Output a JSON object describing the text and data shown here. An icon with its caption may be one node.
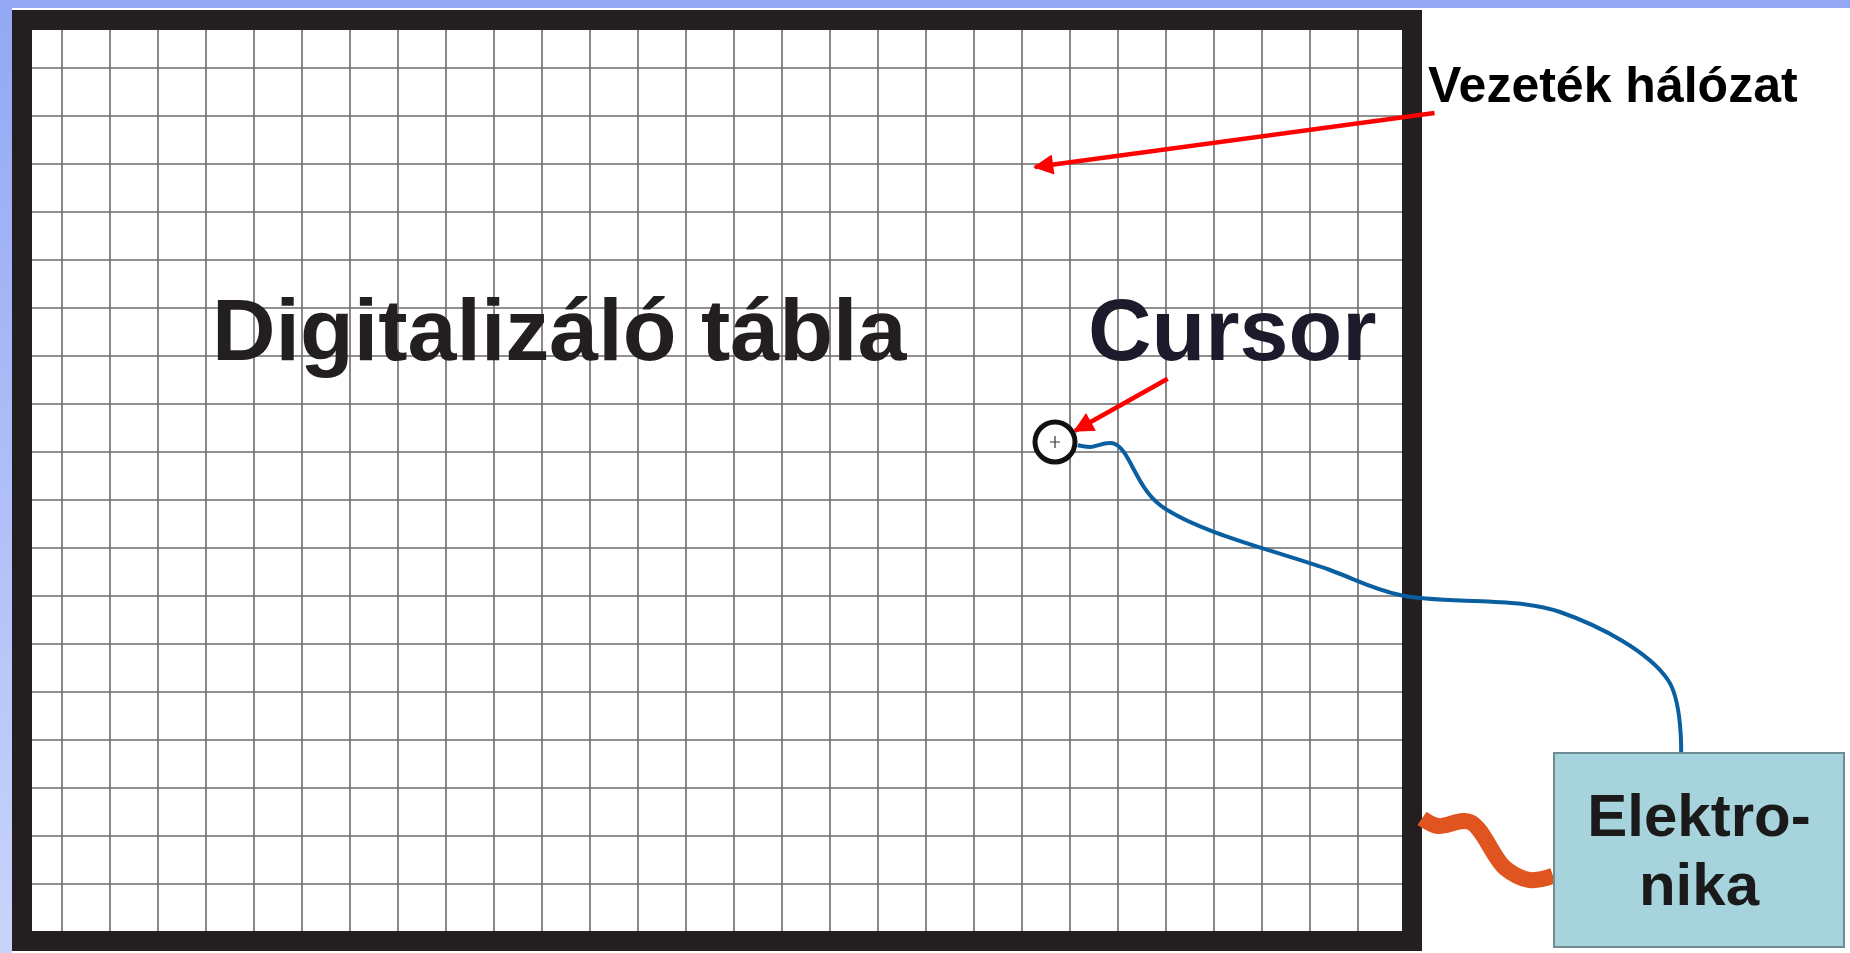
{
  "diagram": {
    "nodes": [
      {
        "text": [
          "Digitalizáló tábla"
        ]
      },
      {
        "text": [
          "Vezeték hálózat"
        ]
      },
      {
        "text": [
          "Cursor"
        ],
        "in": 0
      },
      {
        "text": [],
        "shape": "circle",
        "in": 0
      },
      {
        "text": [
          "Elektro- nika"
        ]
      }
    ],
    "edges": [
      {
        "from": 1,
        "to": null,
        "arrow": "to",
        "color": "#ff0000"
      },
      {
        "from": 2,
        "to": 3,
        "arrow": "to",
        "color": "#ff0000"
      },
      {
        "from": 3,
        "to": 4,
        "arrow": "none",
        "color": "#0a5fa0"
      },
      {
        "from": 0,
        "to": 4,
        "arrow": "none",
        "style": "thick",
        "color": "#e0541f"
      }
    ]
  }
}
